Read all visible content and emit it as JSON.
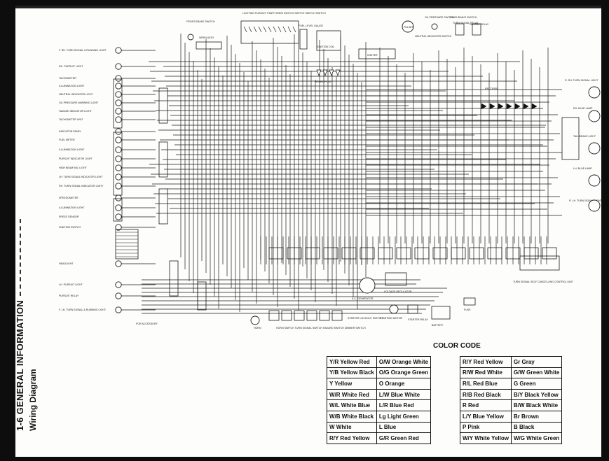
{
  "title": {
    "section": "1-6   GENERAL INFORMATION",
    "subtitle": "Wiring Diagram"
  },
  "color_code": {
    "heading": "COLOR CODE",
    "left_table": [
      [
        "Y/R  Yellow Red",
        "O/W Orange White"
      ],
      [
        "Y/B  Yellow Black",
        "O/G Orange Green"
      ],
      [
        "Y    Yellow",
        "O    Orange"
      ],
      [
        "W/R White Red",
        "L/W Blue White"
      ],
      [
        "W/L  White Blue",
        "L/R  Blue Red"
      ],
      [
        "W/B White Black",
        "Lg   Light Green"
      ],
      [
        "W    White",
        "L    Blue"
      ],
      [
        "R/Y  Red Yellow",
        "G/R Green Red"
      ]
    ],
    "right_table": [
      [
        "R/Y  Red Yellow",
        "Gr   Gray"
      ],
      [
        "R/W Red White",
        "G/W Green White"
      ],
      [
        "R/L  Red Blue",
        "G    Green"
      ],
      [
        "R/B  Red Black",
        "B/Y  Black Yellow"
      ],
      [
        "R    Red",
        "B/W Black White"
      ],
      [
        "L/Y  Blue Yellow",
        "Br   Brown"
      ],
      [
        "P         Pink",
        "B    Black"
      ],
      [
        "W/Y White Yellow",
        "W/G White Green"
      ]
    ]
  },
  "labels": {
    "f_rh_turn": "F. RH. TURN SIGNAL & RUNNING LIGHT",
    "rh_pursuit": "RH. PURSUIT LIGHT",
    "tachometer": "TACHOMETER",
    "illumination": "ILLUMINATION LIGHT",
    "neutral_ind": "NEUTRAL INDICATOR LIGHT",
    "oil_pressure_warn": "OIL PRESSURE WARNING LIGHT",
    "hazard_ind": "HAZARD INDICATOR LIGHT",
    "tach_unit": "TACHOMETER UNIT",
    "indicator_panel": "INDICATOR PANEL",
    "fuel_meter": "FUEL METER",
    "illumination2": "ILLUMINATION LIGHT",
    "pursuit_ind": "PURSUIT INDICATOR LIGHT",
    "high_beam": "HIGH BEAM IND. LIGHT",
    "lh_turn_ind": "LH. TURN SIGNAL INDICATOR LIGHT",
    "rh_turn_ind": "RH. TURN SIGNAL INDICATOR LIGHT",
    "speedometer": "SPEEDOMETER",
    "illumination3": "ILLUMINATION LIGHT",
    "speed_sensor": "SPEED SENSOR",
    "ignition_switch": "IGNITION SWITCH",
    "headlight": "HEADLIGHT",
    "lh_pursuit": "LH. PURSUIT LIGHT",
    "pursuit_relay": "PURSUIT RELAY",
    "f_lh_turn": "F. LH. TURN SIGNAL & RUNNING LIGHT",
    "for_accessory": "FOR ACCESSORY",
    "front_brake": "FRONT BRAKE SWITCH",
    "siren_assy": "SIREN ASSY",
    "top_switches": "LIGHTING PURSUIT START SIREN SWITCH SWITCH SWITCH SWITCH",
    "fuel_level": "FUEL LEVEL GAUGE",
    "ignition_coil": "IGNITION COIL",
    "spark_plug": "SPARK PLUG",
    "igniter": "IGNITER",
    "pulser": "PULSER",
    "oil_pressure_sw": "OIL PRESSURE SWITCH",
    "neutral_sw": "NEUTRAL INDICATOR SWITCH",
    "rear_brake": "REAR BRAKE SWITCH",
    "turn_relay": "TURN SIGNAL RELAY",
    "hazard_relay": "HAZARD RELAY",
    "rectifier": "RECTIFIER",
    "r_rh_turn": "R. RH. TURN SIGNAL LIGHT",
    "rh_blue": "RH. BLUE LAMP",
    "tail_brake": "TAIL/BRAKE LIGHT",
    "lh_blue": "LH. BLUE LAMP",
    "r_lh_turn": "R. LH. TURN SIGNAL LIGHT",
    "ac_generator": "A.C. GENERATOR",
    "voltage_reg": "VOLTAGE REGULATOR",
    "starting_motor": "STARTING MOTOR",
    "starter_relay": "STARTER RELAY",
    "battery": "BATTERY",
    "fuse": "FUSE",
    "turn_cancel": "TURN SIGNAL SELF CANCELLING CONTROL UNIT",
    "starter_lockout": "STARTER LOCKOUT SWITCH",
    "horn": "HORN",
    "bottom_switches": "HORN SWITCH  TURN SIGNAL SWITCH  HAZARD SWITCH  DIMMER SWITCH"
  }
}
